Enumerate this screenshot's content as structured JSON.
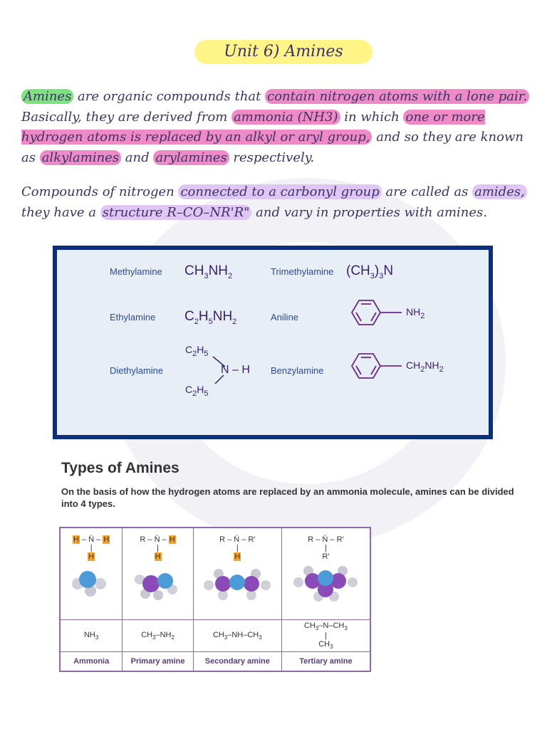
{
  "title": "Unit 6) Amines",
  "para1": {
    "s1": "Amines",
    "s2": " are organic compounds that ",
    "s3": "contain nitrogen atoms with a lone pair.",
    "s4": " Basically, they are derived from ",
    "s5": "ammonia (NH3)",
    "s6": " in which ",
    "s7": "one or more hydrogen atoms is replaced by an alkyl or aryl group,",
    "s8": " and so they are known as ",
    "s9": "alkylamines",
    "s10": " and ",
    "s11": "arylamines",
    "s12": " respectively."
  },
  "para2": {
    "s1": "Compounds of nitrogen ",
    "s2": "connected to a carbonyl group",
    "s3": " are called as ",
    "s4": "amides,",
    "s5": " they have a ",
    "s6": "structure R–CO–NR'R\"",
    "s7": " and vary in properties with amines."
  },
  "examples": {
    "methylamine": "Methylamine",
    "ethylamine": "Ethylamine",
    "diethylamine": "Diethylamine",
    "trimethylamine": "Trimethylamine",
    "aniline": "Aniline",
    "benzylamine": "Benzylamine",
    "diethyl_n": "N",
    "diethyl_h": "H"
  },
  "types": {
    "heading": "Types of Amines",
    "description": "On the basis of how the hydrogen atoms are replaced by an ammonia molecule, amines can be divided into 4 types.",
    "names": [
      "Ammonia",
      "Primary amine",
      "Secondary amine",
      "Tertiary amine"
    ]
  },
  "colors": {
    "highlight_green": "#7de37d",
    "highlight_pink": "#ee8ac6",
    "highlight_violet": "#e0c6f5",
    "title_yellow": "#fff586",
    "box_border": "#0b2f7a",
    "hydrogen_orange": "#f6a326"
  }
}
